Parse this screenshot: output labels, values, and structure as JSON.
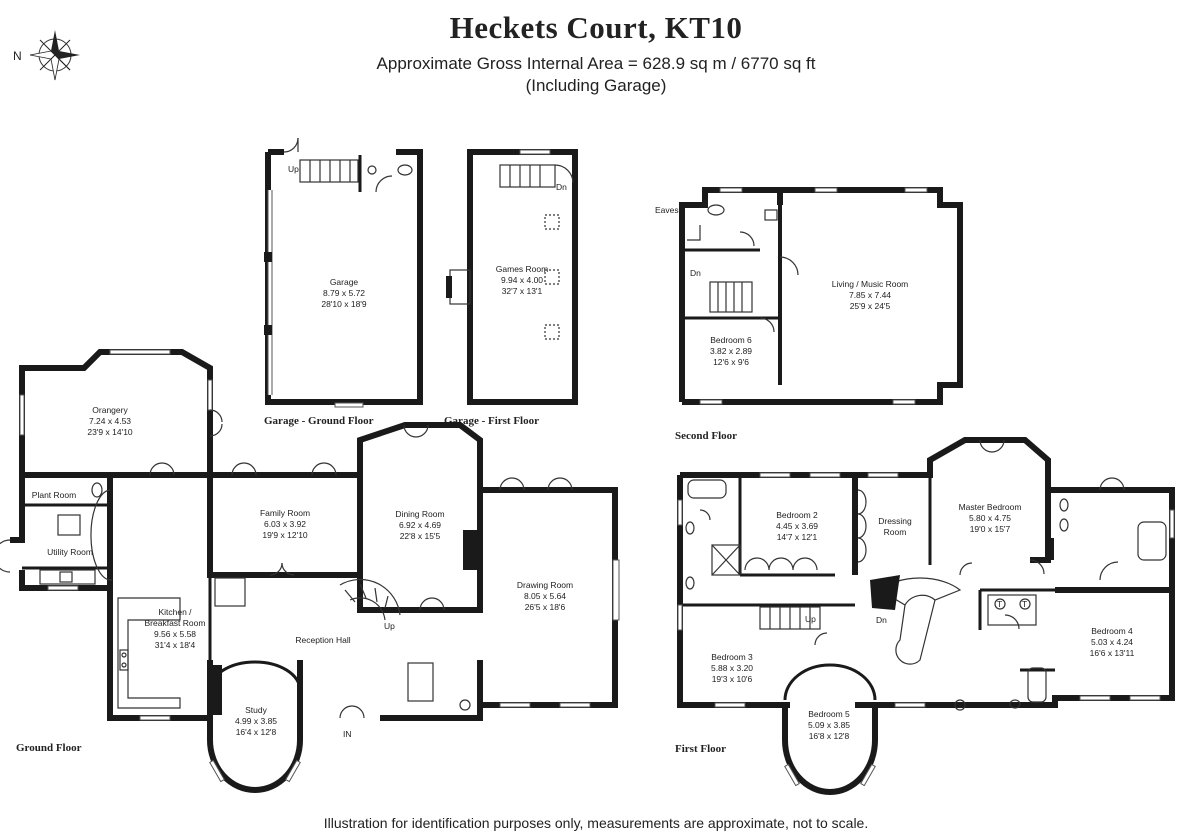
{
  "header": {
    "title": "Heckets Court, KT10",
    "area": "Approximate Gross Internal Area = 628.9 sq m / 6770 sq ft",
    "area_note": "(Including Garage)"
  },
  "compass": {
    "label": "N"
  },
  "footer": {
    "disclaimer": "Illustration for identification purposes only, measurements are approximate, not to scale."
  },
  "floors": {
    "garage_ground": "Garage - Ground Floor",
    "garage_first": "Garage - First Floor",
    "second": "Second Floor",
    "ground": "Ground Floor",
    "first": "First Floor"
  },
  "markers": {
    "up": "Up",
    "dn": "Dn",
    "eaves": "Eaves",
    "in": "IN",
    "t": "T"
  },
  "rooms": {
    "garage": {
      "name": "Garage",
      "m": "8.79 x 5.72",
      "ft": "28'10 x 18'9"
    },
    "games": {
      "name": "Games Room",
      "m": "9.94 x 4.00",
      "ft": "32'7 x 13'1"
    },
    "living": {
      "name": "Living / Music Room",
      "m": "7.85 x 7.44",
      "ft": "25'9 x 24'5"
    },
    "bed6": {
      "name": "Bedroom 6",
      "m": "3.82 x 2.89",
      "ft": "12'6 x 9'6"
    },
    "orangery": {
      "name": "Orangery",
      "m": "7.24 x 4.53",
      "ft": "23'9 x 14'10"
    },
    "plant": {
      "name": "Plant Room"
    },
    "utility": {
      "name": "Utility Room"
    },
    "family": {
      "name": "Family Room",
      "m": "6.03 x 3.92",
      "ft": "19'9 x 12'10"
    },
    "dining": {
      "name": "Dining Room",
      "m": "6.92 x 4.69",
      "ft": "22'8 x 15'5"
    },
    "drawing": {
      "name": "Drawing Room",
      "m": "8.05 x 5.64",
      "ft": "26'5 x 18'6"
    },
    "kitchen": {
      "name1": "Kitchen /",
      "name2": "Breakfast Room",
      "m": "9.56 x 5.58",
      "ft": "31'4 x 18'4"
    },
    "reception": {
      "name": "Reception Hall"
    },
    "study": {
      "name": "Study",
      "m": "4.99 x 3.85",
      "ft": "16'4 x 12'8"
    },
    "bed2": {
      "name": "Bedroom 2",
      "m": "4.45 x 3.69",
      "ft": "14'7 x 12'1"
    },
    "dressing": {
      "name1": "Dressing",
      "name2": "Room"
    },
    "master": {
      "name": "Master Bedroom",
      "m": "5.80 x 4.75",
      "ft": "19'0 x 15'7"
    },
    "bed3": {
      "name": "Bedroom 3",
      "m": "5.88 x 3.20",
      "ft": "19'3 x 10'6"
    },
    "bed4": {
      "name": "Bedroom 4",
      "m": "5.03 x 4.24",
      "ft": "16'6 x 13'11"
    },
    "bed5": {
      "name": "Bedroom 5",
      "m": "5.09 x 3.85",
      "ft": "16'8 x 12'8"
    }
  }
}
